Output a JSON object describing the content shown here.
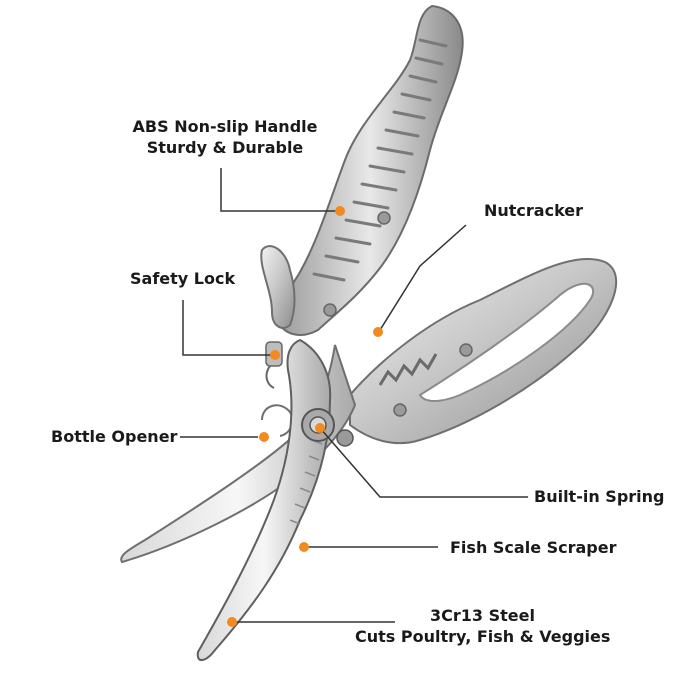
{
  "colors": {
    "accent": "#f28a1e",
    "line": "#333333",
    "text": "#1a1a1a",
    "metal_light": "#e6e6e6",
    "metal_mid": "#b8b8b8",
    "metal_dark": "#7d7d7d"
  },
  "callouts": {
    "handle": {
      "line1": "ABS Non-slip Handle",
      "line2": "Sturdy & Durable"
    },
    "nutcracker": {
      "text": "Nutcracker"
    },
    "safety_lock": {
      "text": "Safety Lock"
    },
    "bottle_opener": {
      "text": "Bottle Opener"
    },
    "spring": {
      "text": "Built-in Spring"
    },
    "scraper": {
      "text": "Fish Scale Scraper"
    },
    "steel": {
      "line1": "3Cr13 Steel",
      "line2": "Cuts Poultry, Fish & Veggies"
    }
  }
}
